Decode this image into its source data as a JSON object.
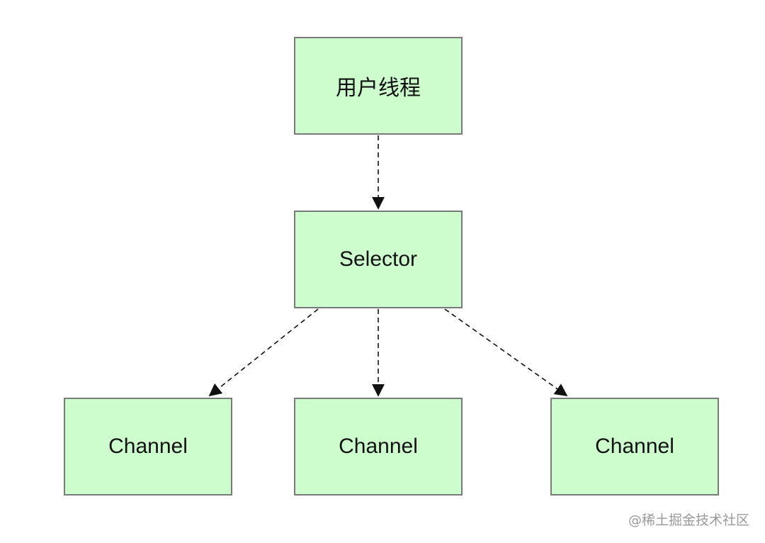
{
  "colors": {
    "node_fill": "#cdfccd",
    "node_border": "#7a7a7a",
    "edge": "#111111"
  },
  "nodes": {
    "user_thread": "用户线程",
    "selector": "Selector",
    "channel_1": "Channel",
    "channel_2": "Channel",
    "channel_3": "Channel"
  },
  "watermark": "@稀土掘金技术社区"
}
